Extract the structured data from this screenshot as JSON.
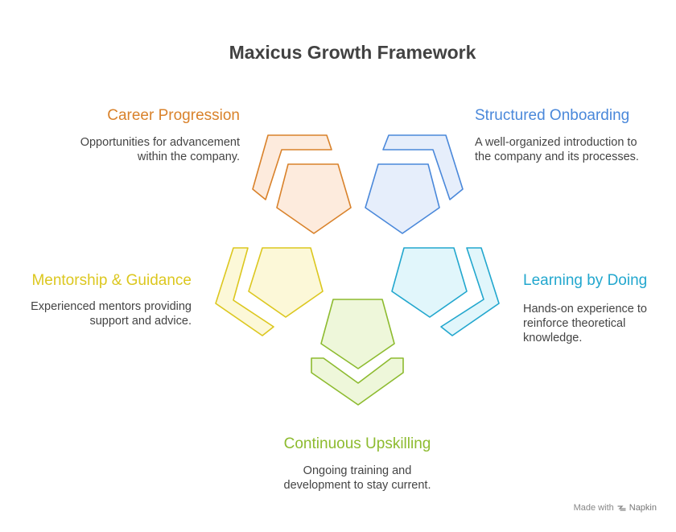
{
  "title": "Maxicus Growth Framework",
  "items": [
    {
      "key": "career",
      "label": "Career Progression",
      "color": "#D9822B",
      "fill": "#FDEBDD",
      "desc": [
        "Opportunities for advancement",
        "within the company."
      ]
    },
    {
      "key": "onboarding",
      "label": "Structured Onboarding",
      "color": "#4A88DA",
      "fill": "#E6EEFB",
      "desc": [
        "A well-organized introduction to",
        "the company and its processes."
      ]
    },
    {
      "key": "learning",
      "label": "Learning by Doing",
      "color": "#22A7CE",
      "fill": "#E1F6FB",
      "desc": [
        "Hands-on experience to",
        "reinforce theoretical",
        "knowledge."
      ]
    },
    {
      "key": "upskilling",
      "label": "Continuous Upskilling",
      "color": "#8DBB2F",
      "fill": "#EEF7DA",
      "desc": [
        "Ongoing training and",
        "development to stay current."
      ]
    },
    {
      "key": "mentorship",
      "label": "Mentorship & Guidance",
      "color": "#DCC71F",
      "fill": "#FCF8D8",
      "desc": [
        "Experienced mentors providing",
        "support and advice."
      ]
    }
  ],
  "footer": {
    "made_with": "Made with",
    "brand": "Napkin"
  }
}
